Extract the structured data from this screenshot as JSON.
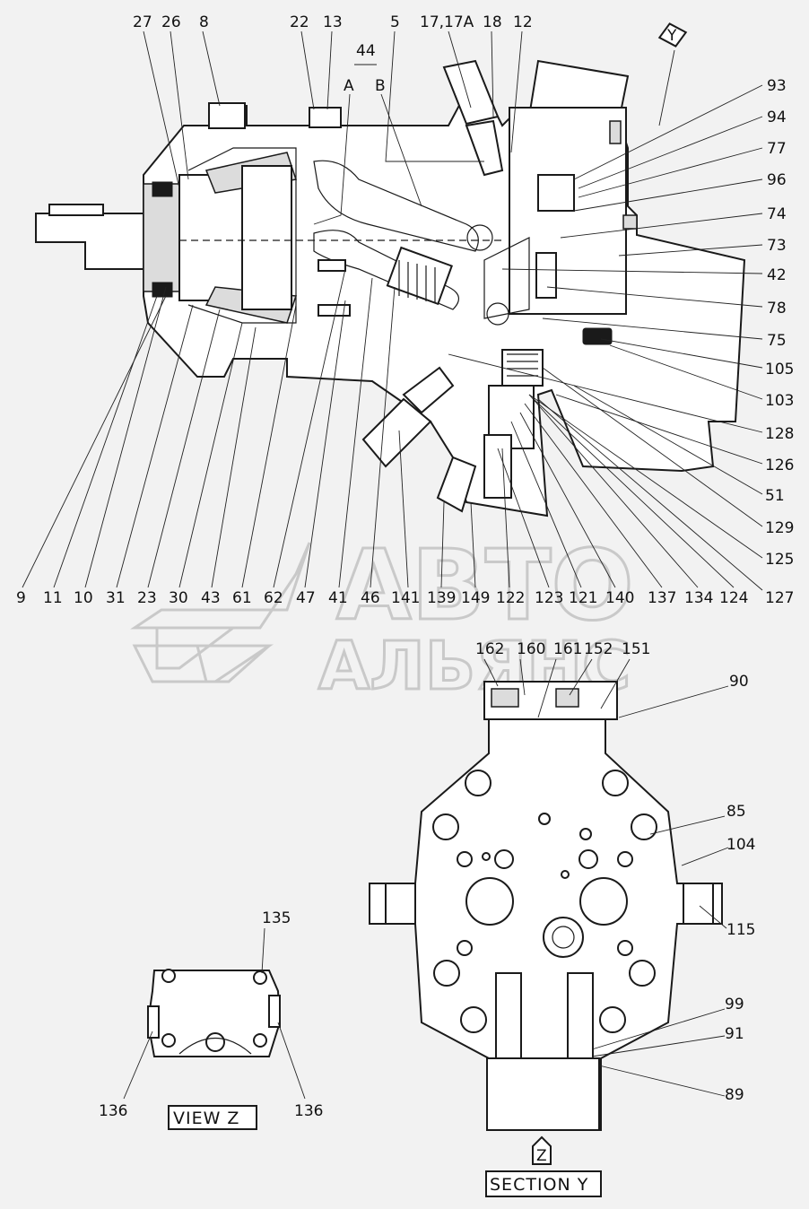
{
  "diagram": {
    "watermark": {
      "line1": "АВТО",
      "line2": "АЛЬЯНС"
    },
    "top_labels": [
      {
        "id": "l27",
        "text": "27"
      },
      {
        "id": "l26",
        "text": "26"
      },
      {
        "id": "l8",
        "text": "8"
      },
      {
        "id": "l22",
        "text": "22"
      },
      {
        "id": "l13",
        "text": "13"
      },
      {
        "id": "l5",
        "text": "5"
      },
      {
        "id": "l17",
        "text": "17,17A"
      },
      {
        "id": "l18",
        "text": "18"
      },
      {
        "id": "l12",
        "text": "12"
      },
      {
        "id": "l44",
        "text": "44"
      },
      {
        "id": "lA",
        "text": "A"
      },
      {
        "id": "lB",
        "text": "B"
      }
    ],
    "right_labels": [
      {
        "id": "l93",
        "text": "93"
      },
      {
        "id": "l94",
        "text": "94"
      },
      {
        "id": "l77",
        "text": "77"
      },
      {
        "id": "l96",
        "text": "96"
      },
      {
        "id": "l74",
        "text": "74"
      },
      {
        "id": "l73",
        "text": "73"
      },
      {
        "id": "l42",
        "text": "42"
      },
      {
        "id": "l78",
        "text": "78"
      },
      {
        "id": "l75",
        "text": "75"
      },
      {
        "id": "l105",
        "text": "105"
      },
      {
        "id": "l103",
        "text": "103"
      },
      {
        "id": "l128",
        "text": "128"
      },
      {
        "id": "l126",
        "text": "126"
      },
      {
        "id": "l51",
        "text": "51"
      },
      {
        "id": "l129",
        "text": "129"
      },
      {
        "id": "l125",
        "text": "125"
      },
      {
        "id": "l127",
        "text": "127"
      }
    ],
    "bottom_labels": [
      {
        "id": "l9",
        "text": "9"
      },
      {
        "id": "l11",
        "text": "11"
      },
      {
        "id": "l10",
        "text": "10"
      },
      {
        "id": "l31",
        "text": "31"
      },
      {
        "id": "l23",
        "text": "23"
      },
      {
        "id": "l30",
        "text": "30"
      },
      {
        "id": "l43",
        "text": "43"
      },
      {
        "id": "l61",
        "text": "61"
      },
      {
        "id": "l62",
        "text": "62"
      },
      {
        "id": "l47",
        "text": "47"
      },
      {
        "id": "l41",
        "text": "41"
      },
      {
        "id": "l46",
        "text": "46"
      },
      {
        "id": "l141",
        "text": "141"
      },
      {
        "id": "l139",
        "text": "139"
      },
      {
        "id": "l149",
        "text": "149"
      },
      {
        "id": "l122",
        "text": "122"
      },
      {
        "id": "l123",
        "text": "123"
      },
      {
        "id": "l121",
        "text": "121"
      },
      {
        "id": "l140",
        "text": "140"
      },
      {
        "id": "l137",
        "text": "137"
      },
      {
        "id": "l134",
        "text": "134"
      },
      {
        "id": "l124",
        "text": "124"
      }
    ],
    "section_labels": [
      {
        "id": "l162",
        "text": "162"
      },
      {
        "id": "l160",
        "text": "160"
      },
      {
        "id": "l161",
        "text": "161"
      },
      {
        "id": "l152",
        "text": "152"
      },
      {
        "id": "l151",
        "text": "151"
      },
      {
        "id": "l90",
        "text": "90"
      },
      {
        "id": "l85",
        "text": "85"
      },
      {
        "id": "l104",
        "text": "104"
      },
      {
        "id": "l115",
        "text": "115"
      },
      {
        "id": "l99",
        "text": "99"
      },
      {
        "id": "l91",
        "text": "91"
      },
      {
        "id": "l89",
        "text": "89"
      }
    ],
    "view_labels": [
      {
        "id": "l135",
        "text": "135"
      },
      {
        "id": "l136a",
        "text": "136"
      },
      {
        "id": "l136b",
        "text": "136"
      }
    ],
    "view_markers": {
      "y_marker": "Y",
      "z_marker": "Z"
    },
    "captions": {
      "view_z": "VIEW  Z",
      "section_y": "SECTION  Y"
    }
  }
}
